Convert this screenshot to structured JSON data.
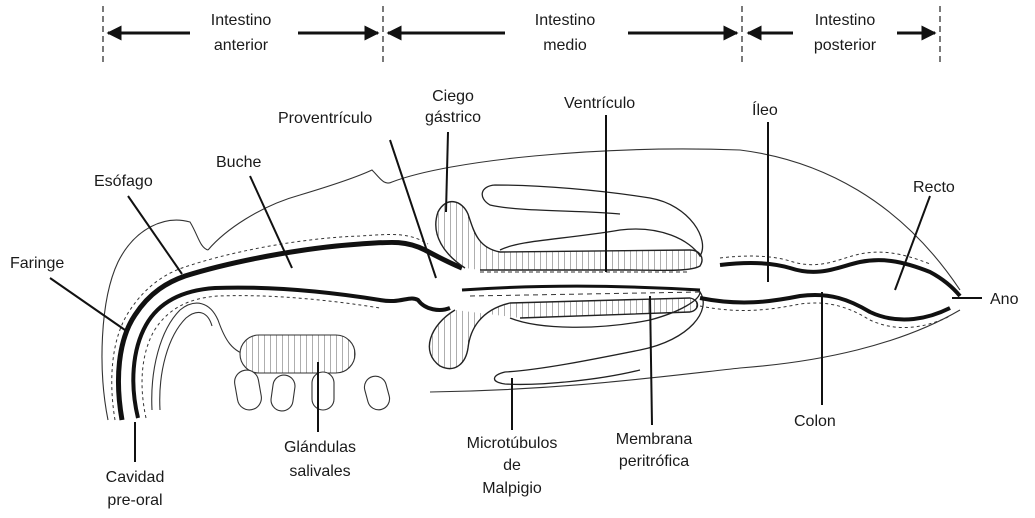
{
  "sections": {
    "anterior": {
      "line1": "Intestino",
      "line2": "anterior"
    },
    "medio": {
      "line1": "Intestino",
      "line2": "medio"
    },
    "posterior": {
      "line1": "Intestino",
      "line2": "posterior"
    }
  },
  "labels": {
    "faringe": "Faringe",
    "esofago": "Esófago",
    "buche": "Buche",
    "proventriculo": "Proventrículo",
    "ciego_1": "Ciego",
    "ciego_2": "gástrico",
    "ventriculo": "Ventrículo",
    "ileo": "Íleo",
    "recto": "Recto",
    "ano": "Ano",
    "colon": "Colon",
    "membrana_1": "Membrana",
    "membrana_2": "peritrófica",
    "malpigio_1": "Microtúbulos",
    "malpigio_2": "de",
    "malpigio_3": "Malpigio",
    "glandulas_1": "Glándulas",
    "glandulas_2": "salivales",
    "cavidad_1": "Cavidad",
    "cavidad_2": "pre-oral"
  }
}
